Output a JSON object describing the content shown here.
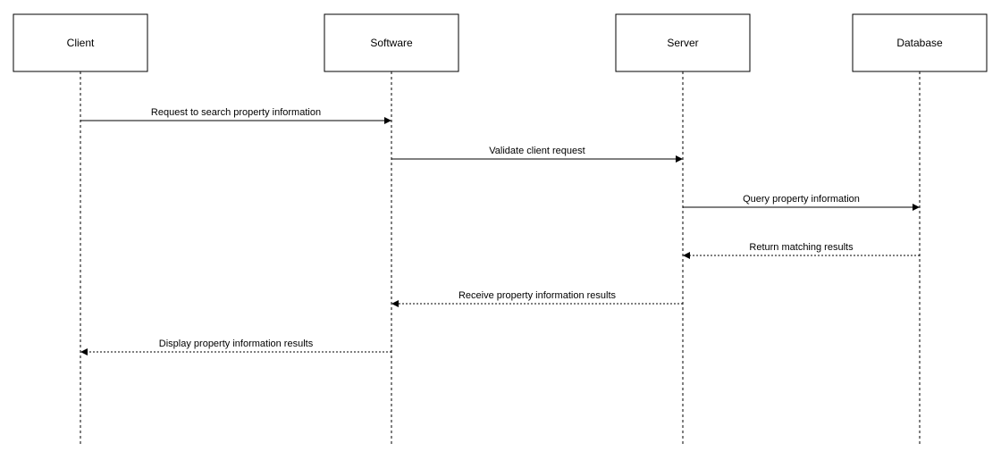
{
  "participants": [
    {
      "id": "client",
      "label": "Client"
    },
    {
      "id": "software",
      "label": "Software"
    },
    {
      "id": "server",
      "label": "Server"
    },
    {
      "id": "database",
      "label": "Database"
    }
  ],
  "messages": [
    {
      "from": "client",
      "to": "software",
      "label": "Request to search property information",
      "kind": "sync"
    },
    {
      "from": "software",
      "to": "server",
      "label": "Validate client request",
      "kind": "sync"
    },
    {
      "from": "server",
      "to": "database",
      "label": "Query property information",
      "kind": "sync"
    },
    {
      "from": "database",
      "to": "server",
      "label": "Return matching results",
      "kind": "return"
    },
    {
      "from": "server",
      "to": "software",
      "label": "Receive property information results",
      "kind": "return"
    },
    {
      "from": "software",
      "to": "client",
      "label": "Display property information results",
      "kind": "return"
    }
  ]
}
